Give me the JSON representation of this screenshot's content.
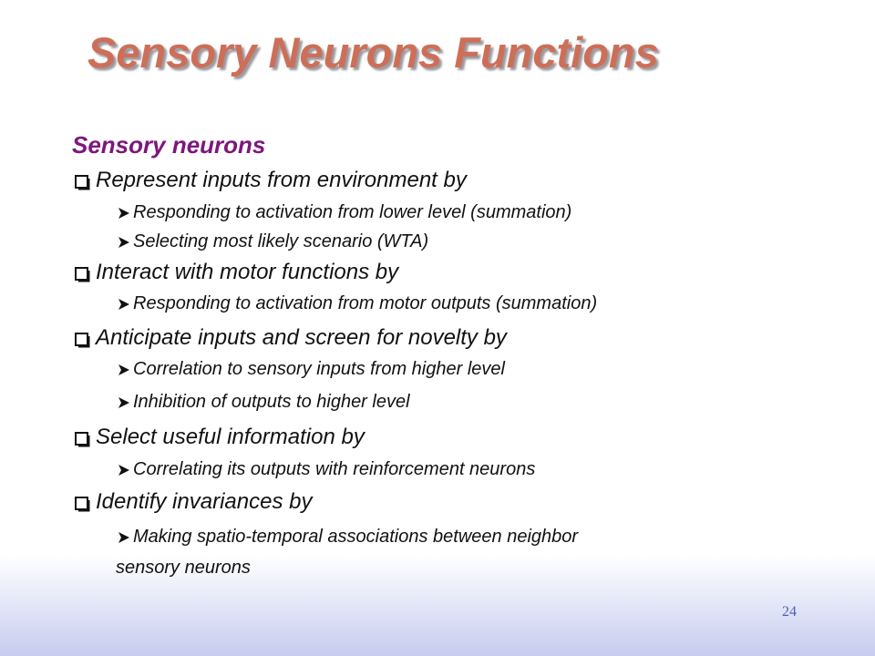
{
  "slide": {
    "title": "Sensory Neurons Functions",
    "heading": "Sensory neurons",
    "page_number": "24",
    "colors": {
      "title": "#cd6f58",
      "heading": "#7d177d",
      "text": "#111111",
      "page_number": "#4a5fb8",
      "band": "#c6cdee"
    },
    "icons": {
      "level1": "checkbox-bullet-icon",
      "level2": "arrow-bullet-icon"
    },
    "points": [
      {
        "text": "Represent inputs from environment by",
        "subs": [
          "Responding to activation from lower level (summation)",
          "Selecting most likely scenario (WTA)"
        ]
      },
      {
        "text": "Interact with motor functions by",
        "subs": [
          "Responding to activation from motor outputs (summation)"
        ]
      },
      {
        "text": "Anticipate inputs and screen for novelty by",
        "subs": [
          "Correlation to sensory inputs from higher level",
          "Inhibition of outputs to higher level"
        ]
      },
      {
        "text": "Select useful information by",
        "subs": [
          "Correlating its outputs with reinforcement neurons"
        ]
      },
      {
        "text": "Identify invariances by",
        "subs": [
          "Making spatio-temporal associations between neighbor"
        ],
        "continuation": "sensory neurons"
      }
    ]
  }
}
